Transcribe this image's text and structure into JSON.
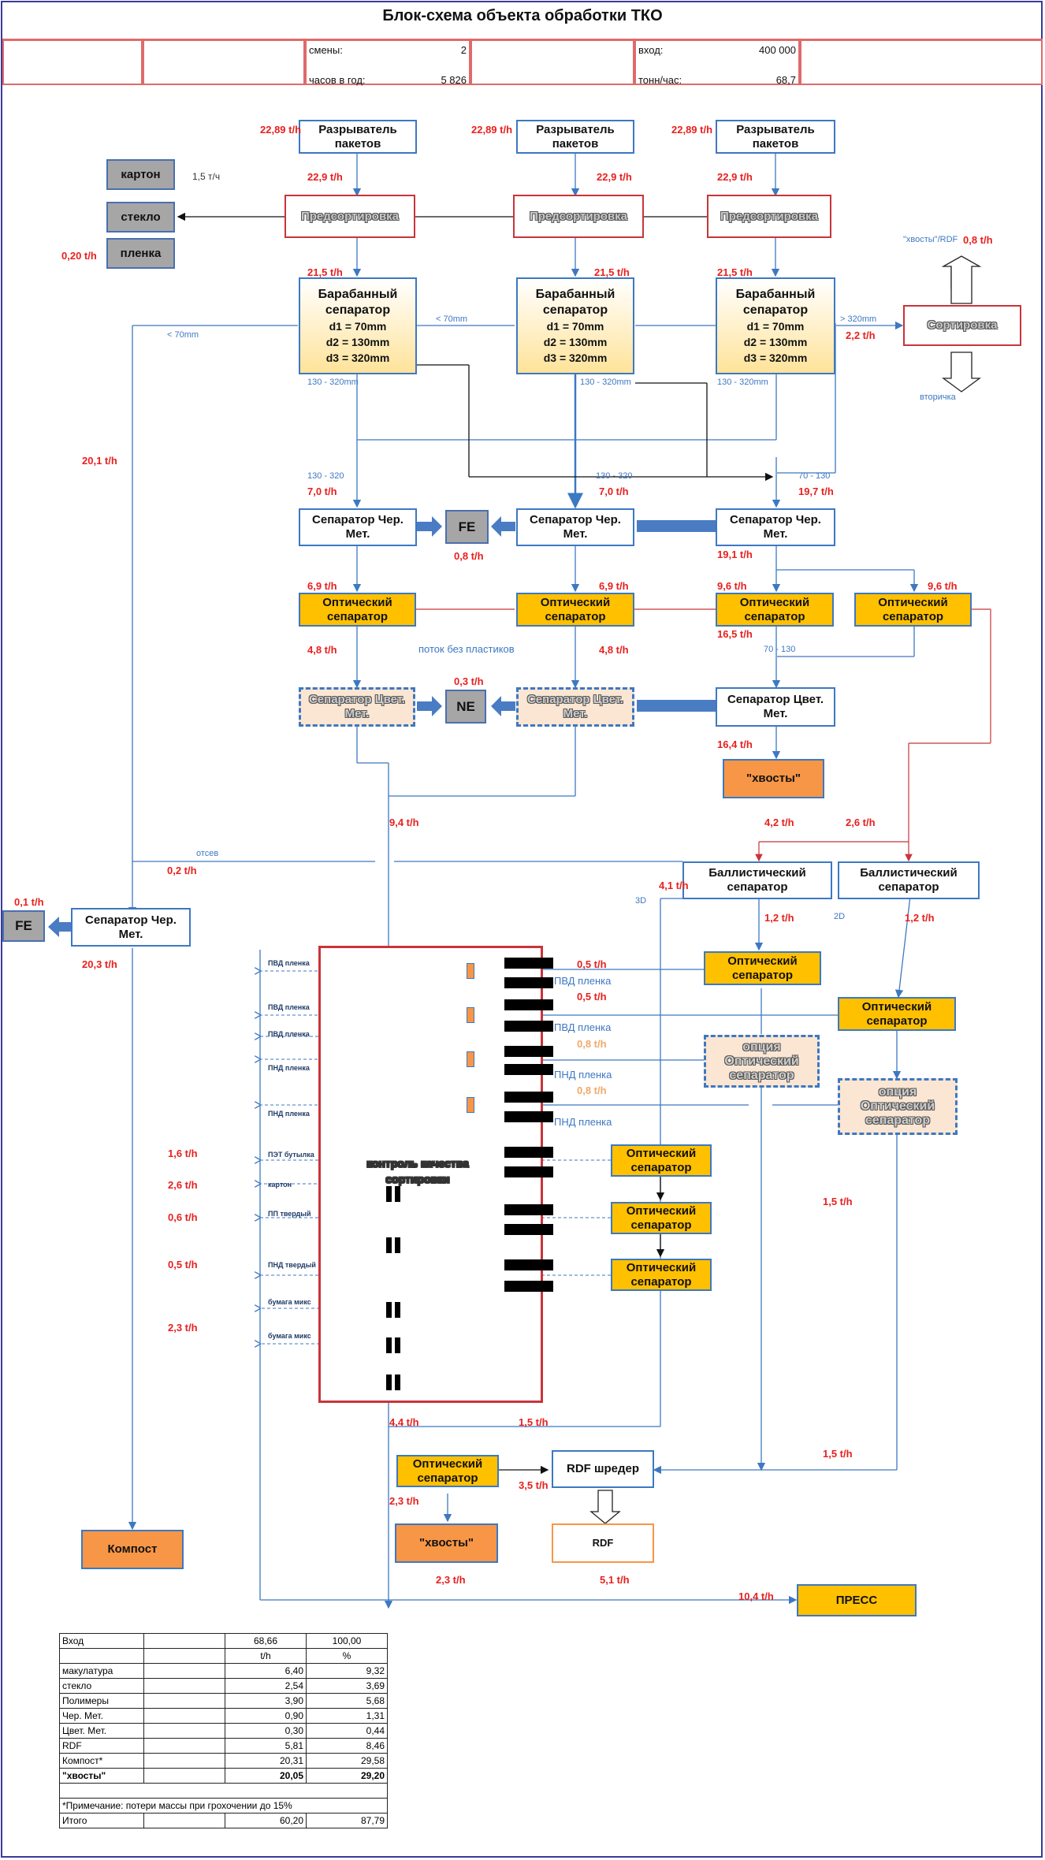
{
  "title": "Блок-схема объекта обработки ТКО",
  "header": {
    "shifts_label": "смены:",
    "shifts_value": "2",
    "hours_label": "часов в год:",
    "hours_value": "5 826",
    "input_label": "вход:",
    "input_value": "400 000",
    "tph_label": "тонн/час:",
    "tph_value": "68,7"
  },
  "boxes": {
    "razryv": "Разрыватель пакетов",
    "karton": "картон",
    "steklo": "стекло",
    "plenka": "пленка",
    "presort": "Предсортировка",
    "drum": [
      "Барабанный",
      "сепаратор",
      "d1 = 70mm",
      "d2 = 130mm",
      "d3 = 320mm"
    ],
    "sortirovka": "Сортировка",
    "sep_fe": "Сепаратор Чер. Мет.",
    "fe": "FE",
    "optical": "Оптический сепаратор",
    "sep_ne": "Сепаратор Цвет. Мет.",
    "ne": "NE",
    "tails": "\"хвосты\"",
    "ballistic": "Баллистический сепаратор",
    "option_optical": "опция Оптический сепаратор",
    "quality_control": "контроль качества сортировки",
    "rdf_shredder": "RDF шредер",
    "rdf": "RDF",
    "compost": "Компост",
    "press": "ПРЕСС"
  },
  "labels": {
    "f22_89": "22,89 t/h",
    "f22_9": "22,9 t/h",
    "f1_5tch": "1,5 т/ч",
    "f0_20": "0,20 t/h",
    "f21_5": "21,5 t/h",
    "tails_rdf": "\"хвосты\"/RDF",
    "f0_8": "0,8 t/h",
    "lt70": "< 70mm",
    "gt320": "> 320mm",
    "f2_2": "2,2 t/h",
    "vtorichka": "вторичка",
    "r130_320mm": "130 - 320mm",
    "r130_320": "130 - 320",
    "r70_130": "70 - 130",
    "f20_1": "20,1 t/h",
    "f7_0": "7,0 t/h",
    "f19_7": "19,7 t/h",
    "f19_1": "19,1 t/h",
    "f6_9": "6,9 t/h",
    "f9_6": "9,6 t/h",
    "f16_5": "16,5 t/h",
    "f4_8": "4,8 t/h",
    "no_plastics": "поток без пластиков",
    "f0_3": "0,3 t/h",
    "f16_4": "16,4 t/h",
    "f9_4": "9,4 t/h",
    "f4_2": "4,2 t/h",
    "f2_6": "2,6 t/h",
    "otsev": "отсев",
    "f0_2": "0,2 t/h",
    "f0_1": "0,1 t/h",
    "f4_1": "4,1 t/h",
    "d3": "3D",
    "d2": "2D",
    "f1_2": "1,2 t/h",
    "f20_3": "20,3 t/h",
    "f0_5": "0,5 t/h",
    "pvd_plenka": "ПВД пленка",
    "pnd_plenka": "ПНД пленка",
    "f1_6": "1,6 t/h",
    "f0_6": "0,6 t/h",
    "f1_5": "1,5 t/h",
    "f2_3": "2,3 t/h",
    "f4_4": "4,4 t/h",
    "f3_5": "3,5 t/h",
    "f5_1": "5,1 t/h",
    "f10_4": "10,4 t/h",
    "s_pvd": "ПВД пленка",
    "s_pnd": "ПНД пленка",
    "s_pet": "ПЭТ бутылка",
    "s_karton": "картон",
    "s_pp": "ПП твердый",
    "s_pndt": "ПНД твердый",
    "s_paper": "бумага микс"
  },
  "table": {
    "header_row": [
      "Вход",
      "",
      "68,66",
      "100,00"
    ],
    "units_row": [
      "",
      "",
      "t/h",
      "%"
    ],
    "rows": [
      [
        "макулатура",
        "",
        "6,40",
        "9,32"
      ],
      [
        "стекло",
        "",
        "2,54",
        "3,69"
      ],
      [
        "Полимеры",
        "",
        "3,90",
        "5,68"
      ],
      [
        "Чер. Мет.",
        "",
        "0,90",
        "1,31"
      ],
      [
        "Цвет. Мет.",
        "",
        "0,30",
        "0,44"
      ],
      [
        "RDF",
        "",
        "5,81",
        "8,46"
      ],
      [
        "Компост*",
        "",
        "20,31",
        "29,58"
      ],
      [
        "\"хвосты\"",
        "",
        "20,05",
        "29,20"
      ]
    ],
    "note": "*Примечание: потери массы при грохочении до 15%",
    "total_row": [
      "Итого",
      "",
      "60,20",
      "87,79"
    ]
  }
}
